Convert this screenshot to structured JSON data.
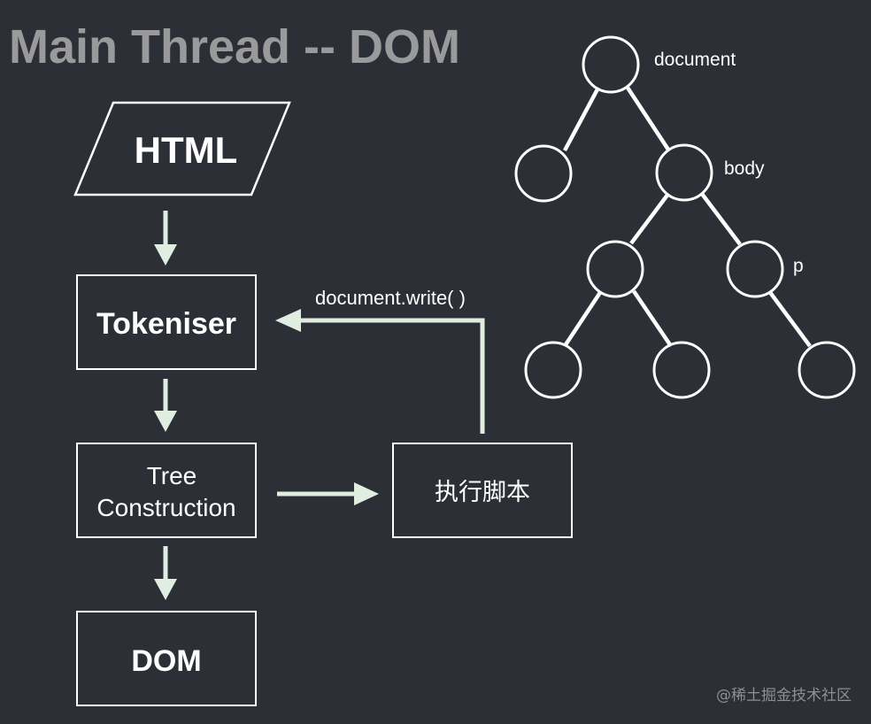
{
  "title": "Main Thread -- DOM",
  "flow": {
    "html": "HTML",
    "tokeniser": "Tokeniser",
    "tree_line1": "Tree",
    "tree_line2": "Construction",
    "dom": "DOM",
    "script": "执行脚本",
    "feedback_label": "document.write( )"
  },
  "tree": {
    "document_label": "document",
    "body_label": "body",
    "p_label": "p"
  },
  "watermark": "@稀土掘金技术社区",
  "colors": {
    "background": "#2d2f36",
    "title": "#9a9a9d",
    "arrow": "#dfeee0",
    "stroke": "#ffffff"
  }
}
